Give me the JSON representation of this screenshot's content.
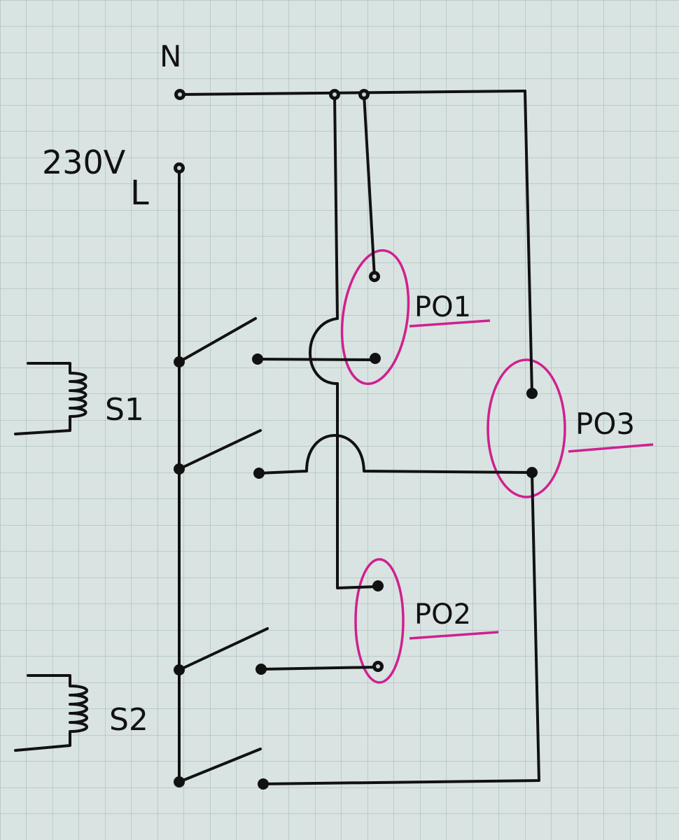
{
  "labels": {
    "neutral": "N",
    "voltage": "230V",
    "line": "L",
    "coil1": "S1",
    "coil2": "S2",
    "outlet1": "PO1",
    "outlet2": "PO2",
    "outlet3": "PO3"
  },
  "colors": {
    "paper": "#d9e3e1",
    "grid": "#9fb1b8",
    "ink": "#111111",
    "highlight": "#d0208f"
  }
}
